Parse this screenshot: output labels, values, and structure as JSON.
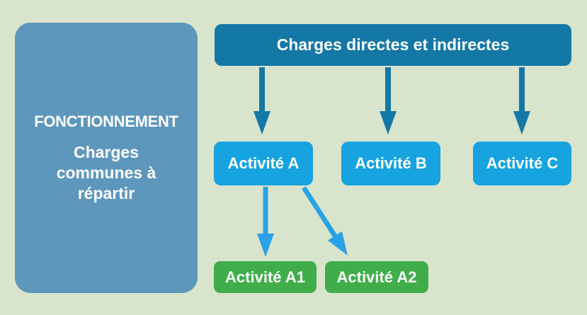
{
  "colors": {
    "background": "#d9e4cc",
    "sidebar_panel": "#5e97bc",
    "root_node": "#1478a6",
    "activity_node": "#16a3e0",
    "subactivity_node": "#3fae4a",
    "arrow_dark_blue": "#1478a6",
    "arrow_light_blue": "#29a2e6",
    "text": "#ffffff"
  },
  "sidebar": {
    "title": "FONCTIONNEMENT",
    "subtitle": "Charges communes à répartir"
  },
  "diagram": {
    "root_label": "Charges directes et indirectes",
    "activities": [
      {
        "label": "Activité A"
      },
      {
        "label": "Activité B"
      },
      {
        "label": "Activité C"
      }
    ],
    "subactivities": [
      {
        "label": "Activité A1"
      },
      {
        "label": "Activité A2"
      }
    ]
  }
}
